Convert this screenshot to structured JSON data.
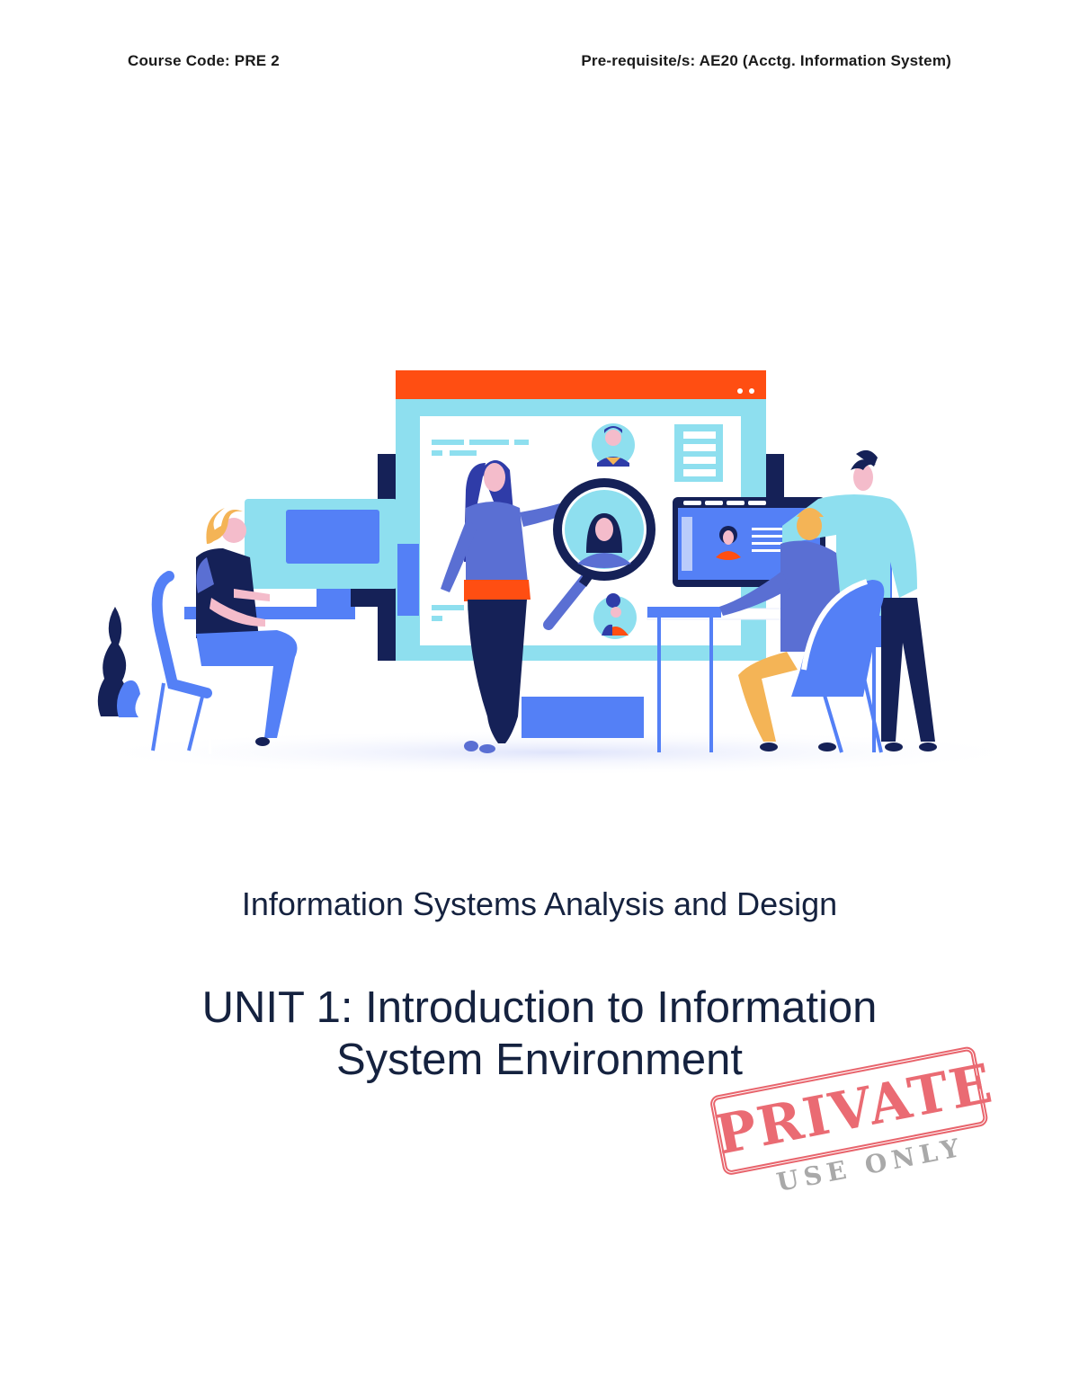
{
  "header": {
    "course_code": "Course Code: PRE 2",
    "prerequisites": "Pre-requisite/s: AE20 (Acctg. Information System)"
  },
  "illustration": {
    "description": "Team analyzing information system with magnifying glass over user profiles",
    "colors": {
      "orange": "#ff4e12",
      "light_blue": "#8edfef",
      "blue": "#5480f6",
      "purple_blue": "#5a6fd3",
      "navy": "#152157",
      "skin": "#f4bccb",
      "yellow": "#f4b456"
    }
  },
  "document": {
    "subtitle": "Information Systems Analysis and Design",
    "title_line1": "UNIT 1: Introduction to Information",
    "title_line2": "System Environment"
  },
  "stamp": {
    "main": "PRIVATE",
    "sub": "USE ONLY",
    "color": "#ea6b73"
  }
}
